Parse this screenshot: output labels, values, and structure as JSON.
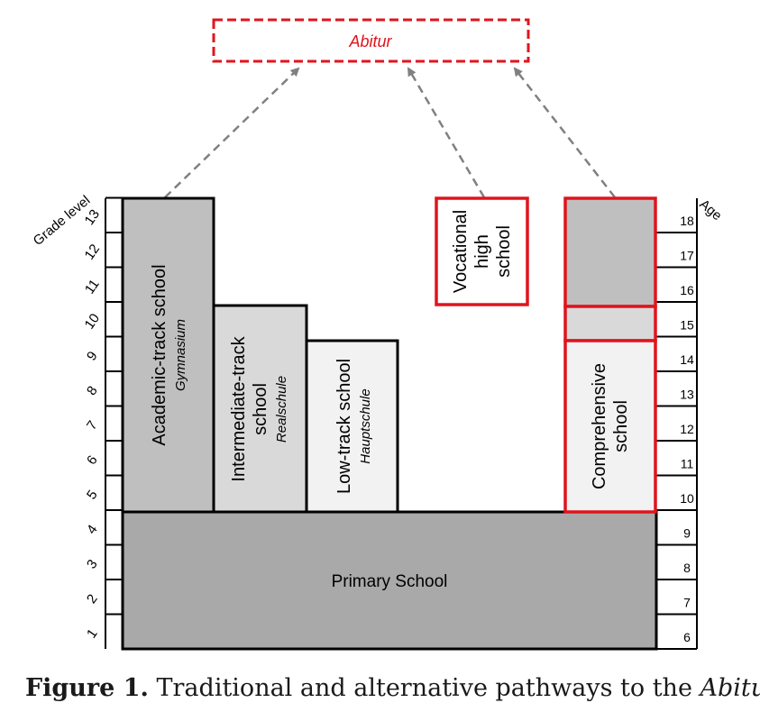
{
  "diagram": {
    "abitur_label": "Abitur",
    "grade_axis": {
      "title": "Grade level",
      "ticks": [
        "1",
        "2",
        "3",
        "4",
        "5",
        "6",
        "7",
        "8",
        "9",
        "10",
        "11",
        "12",
        "13"
      ]
    },
    "age_axis": {
      "title": "Age",
      "ticks": [
        "6",
        "7",
        "8",
        "9",
        "10",
        "11",
        "12",
        "13",
        "14",
        "15",
        "16",
        "17",
        "18"
      ]
    },
    "primary_school": "Primary School",
    "academic_track": {
      "line1": "Academic-track school",
      "line2": "Gymnasium"
    },
    "intermediate_track": {
      "line1": "Intermediate-track",
      "line2": "school",
      "line3": "Realschule"
    },
    "low_track": {
      "line1": "Low-track school",
      "line2": "Hauptschule"
    },
    "vocational": {
      "line1": "Vocational",
      "line2": "high",
      "line3": "school"
    },
    "comprehensive": {
      "line1": "Comprehensive",
      "line2": "school"
    },
    "colors": {
      "accent_red": "#e0141e",
      "primary_fill": "#a9a9a9",
      "academic_fill": "#bfbfbf",
      "intermediate_fill": "#d9d9d9",
      "low_fill": "#f2f2f2",
      "arrow_gray": "#808080"
    }
  },
  "caption": {
    "label": "Figure 1.",
    "text": " Traditional and alternative pathways to the ",
    "italic": "Abitur",
    "end": "."
  }
}
